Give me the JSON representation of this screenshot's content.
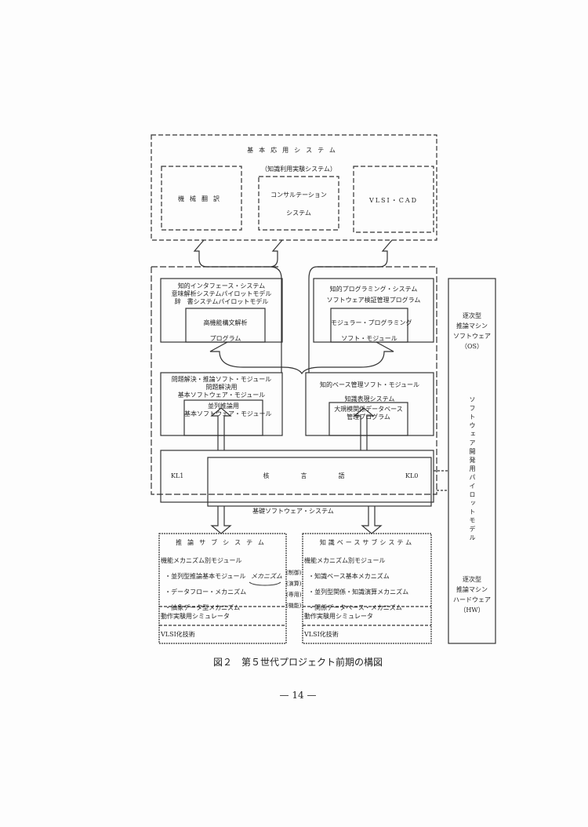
{
  "top": {
    "title": "基本応用システム",
    "subtitle": "（知識利用実験システム）",
    "box1": "機械翻訳",
    "box2_line1": "コンサルテーション",
    "box2_line2": "システム",
    "box3": "VLSI・CAD"
  },
  "mid": {
    "left_top": [
      "知的インタフェース・システム",
      "意味解析システムパイロットモデル",
      "辞　書システムパイロットモデル"
    ],
    "left_inner": [
      "高機能構文解析",
      "プログラム"
    ],
    "right_top": [
      "知的プログラミング・システム",
      "ソフトウェア検証管理プログラム"
    ],
    "right_inner": [
      "モジュラー・プログラミング",
      "ソフト・モジュール"
    ],
    "left_low": [
      "問題解決・推論ソフト・モジュール",
      "問題解決用",
      "基本ソフトウェア・モジュール"
    ],
    "left_low_inner": [
      "並列推論用",
      "基本ソフトウェア・モジュール"
    ],
    "right_low": [
      "知的ベース管理ソフト・モジュール",
      "知識表現システム"
    ],
    "right_low_inner": [
      "大規模関係データベース",
      "管理プログラム"
    ],
    "kl1": "KL1",
    "kernel": "核言語",
    "kl0": "KL0",
    "base": "基礎ソフトウェア・システム"
  },
  "bottom": {
    "left": {
      "title": "推論サブシステム",
      "items": [
        "機能メカニズム別モジュール",
        "・並列型推論基本モジュール",
        "・データフロー・メカニズム",
        "・抽象データ型メカニズム"
      ],
      "note": "メカニズム",
      "sim": "動作実験用シミュレータ",
      "vlsi": "VLSI化技術"
    },
    "middle": [
      "(制御)",
      "(演算)",
      "(専用)",
      "(機能)"
    ],
    "right": {
      "title": "知識ベースサブシステム",
      "items": [
        "機能メカニズム別モジュール",
        "・知識ベース基本メカニズム",
        "・並列型関係・知識演算メカニズム",
        "・関係データベース・メカニズム"
      ],
      "sim": "動作実験用シミュレータ",
      "vlsi": "VLSI化技術"
    }
  },
  "side": {
    "top": [
      "逐次型",
      "推論マシン",
      "ソフトウェア",
      "（OS）"
    ],
    "middle": "ソフトウェア開発用パイロットモデル",
    "bottom": [
      "逐次型",
      "推論マシン",
      "ハードウェア",
      "（HW）"
    ]
  },
  "caption": "図２　第５世代プロジェクト前期の構図",
  "page_number": "— 14 —"
}
